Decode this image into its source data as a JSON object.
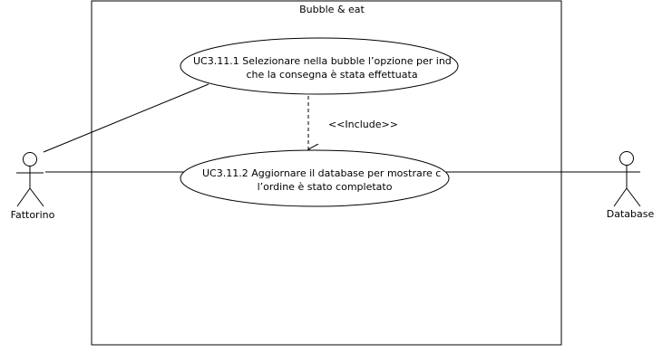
{
  "system": {
    "title": "Bubble & eat"
  },
  "use_cases": [
    {
      "id": "uc1",
      "line1": "UC3.11.1 Selezionare nella bubble l’opzione per ind",
      "line2": "che la consegna è stata effettuata"
    },
    {
      "id": "uc2",
      "line1": "UC3.11.2 Aggiornare il database per mostrare c",
      "line2": "l’ordine è stato completato"
    }
  ],
  "actors": [
    {
      "id": "fattorino",
      "label": "Fattorino"
    },
    {
      "id": "database",
      "label": "Database"
    }
  ],
  "relations": [
    {
      "type": "include",
      "label": "<<Include>>",
      "from": "uc1",
      "to": "uc2"
    }
  ]
}
